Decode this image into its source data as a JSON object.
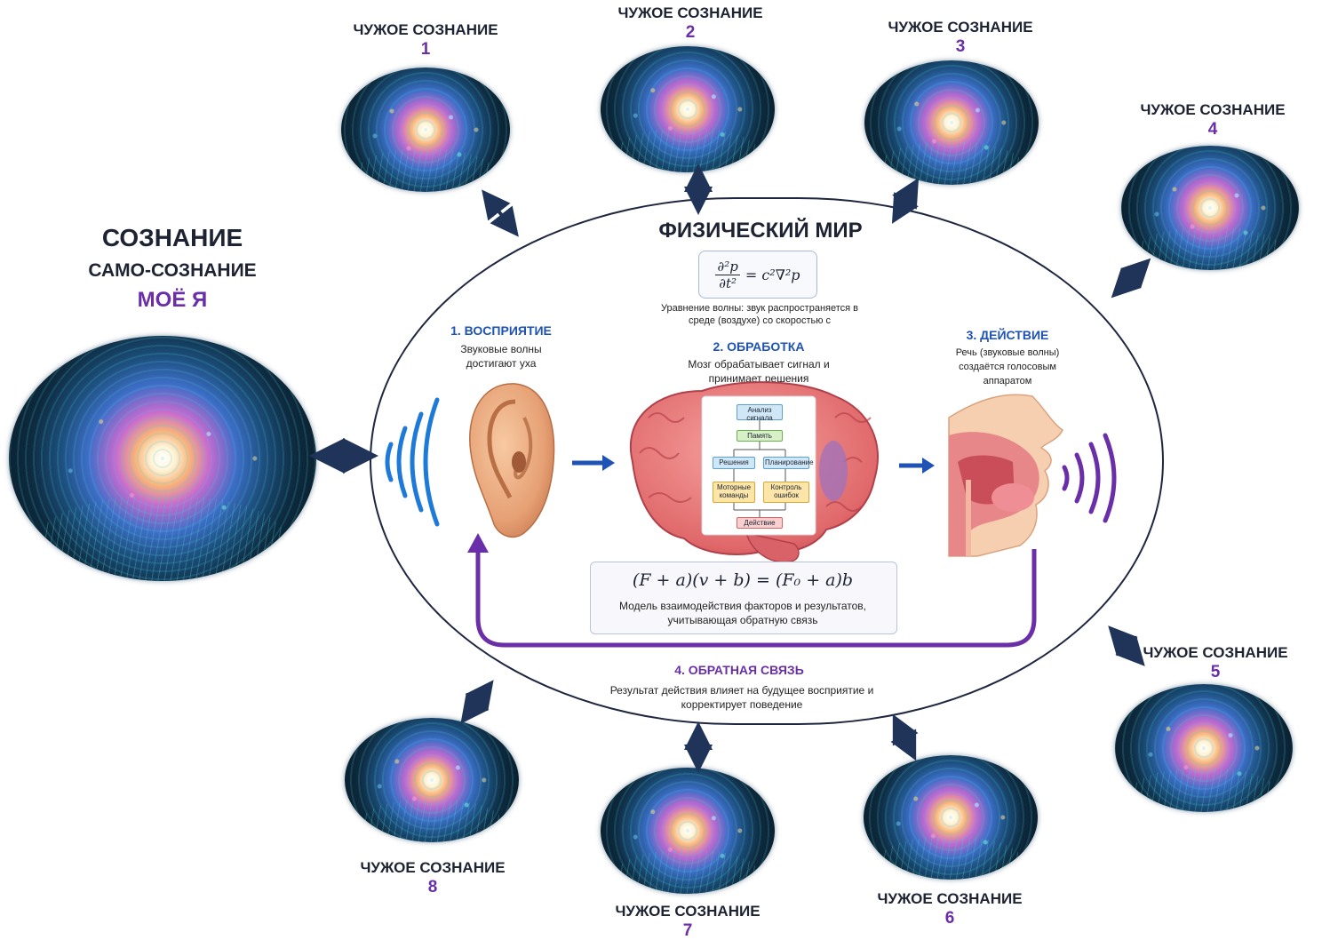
{
  "self": {
    "title": "СОЗНАНИЕ",
    "subtitle": "САМО-СОЗНАНИЕ",
    "me": "МОЁ Я"
  },
  "others": [
    {
      "label": "ЧУЖОЕ СОЗНАНИЕ",
      "num": "1"
    },
    {
      "label": "ЧУЖОЕ СОЗНАНИЕ",
      "num": "2"
    },
    {
      "label": "ЧУЖОЕ СОЗНАНИЕ",
      "num": "3"
    },
    {
      "label": "ЧУЖОЕ СОЗНАНИЕ",
      "num": "4"
    },
    {
      "label": "ЧУЖОЕ СОЗНАНИЕ",
      "num": "5"
    },
    {
      "label": "ЧУЖОЕ СОЗНАНИЕ",
      "num": "6"
    },
    {
      "label": "ЧУЖОЕ СОЗНАНИЕ",
      "num": "7"
    },
    {
      "label": "ЧУЖОЕ СОЗНАНИЕ",
      "num": "8"
    }
  ],
  "world": {
    "title": "ФИЗИЧЕСКИЙ МИР",
    "wave_eq_lhs_num": "∂²p",
    "wave_eq_lhs_den": "∂t²",
    "wave_eq_rhs": "= c²∇²p",
    "wave_caption": "Уравнение волны: звук распространяется в среде (воздухе) со скоростью c",
    "step1_head": "1. ВОСПРИЯТИЕ",
    "step1_text": "Звуковые волны достигают уха",
    "step2_head": "2. ОБРАБОТКА",
    "step2_text": "Мозг обрабатывает сигнал и принимает решения",
    "step3_head": "3. ДЕЙСТВИЕ",
    "step3_text": "Речь (звуковые волны) создаётся голосовым аппаратом",
    "step4_head": "4. ОБРАТНАЯ СВЯЗЬ",
    "step4_text": "Результат действия влияет на будущее восприятие и корректирует поведение",
    "model_formula": "(F + a)(v + b) = (F₀ + a)b",
    "model_caption": "Модель взаимодействия факторов и результатов, учитывающая обратную связь"
  },
  "flowchart": {
    "analysis": "Анализ сигнала",
    "memory": "Память",
    "decisions": "Решения",
    "planning": "Планирование",
    "motor": "Моторные команды",
    "error": "Контроль ошибок",
    "action": "Действие"
  },
  "colors": {
    "accent_purple": "#6a2fa8",
    "accent_blue": "#1e52b5",
    "dark_navy": "#1d2333"
  }
}
